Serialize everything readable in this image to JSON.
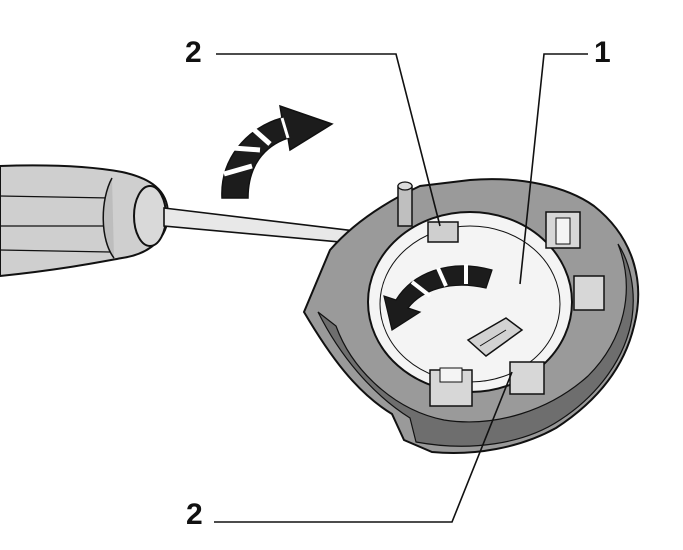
{
  "callouts": [
    {
      "id": "2-upper",
      "text": "2"
    },
    {
      "id": "1",
      "text": "1"
    },
    {
      "id": "2-lower",
      "text": "2"
    }
  ],
  "colors": {
    "background": "#ffffff",
    "line": "#111111",
    "housing_fill": "#9a9a9a",
    "housing_dark": "#6e6e6e",
    "handle_fill": "#c9c9c9",
    "arrow_fill": "#222222",
    "light_fill": "#f2f2f2"
  },
  "icons": [
    "screwdriver-icon",
    "rotation-arrow-icon"
  ]
}
